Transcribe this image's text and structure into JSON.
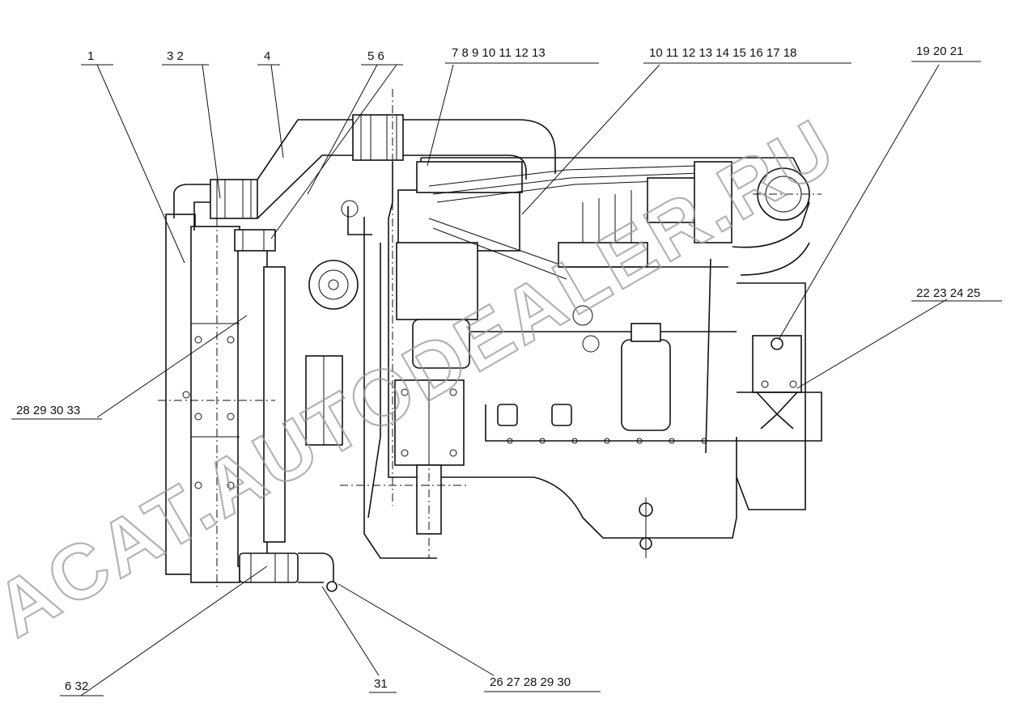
{
  "watermark": "ACAT.AUTODEALER.RU",
  "callouts": [
    {
      "id": "c1",
      "text": "1"
    },
    {
      "id": "c2",
      "text": "3  2"
    },
    {
      "id": "c3",
      "text": "4"
    },
    {
      "id": "c4",
      "text": "5  6"
    },
    {
      "id": "c5",
      "text": "7  8  9  10  11  12  13"
    },
    {
      "id": "c6",
      "text": "10  11  12  13  14  15  16  17  18"
    },
    {
      "id": "c7",
      "text": "19  20  21"
    },
    {
      "id": "c8",
      "text": "22  23  24  25"
    },
    {
      "id": "c9",
      "text": "28  29  30  33"
    },
    {
      "id": "c10",
      "text": "6  32"
    },
    {
      "id": "c11",
      "text": "31"
    },
    {
      "id": "c12",
      "text": "26  27  28  29  30"
    }
  ]
}
